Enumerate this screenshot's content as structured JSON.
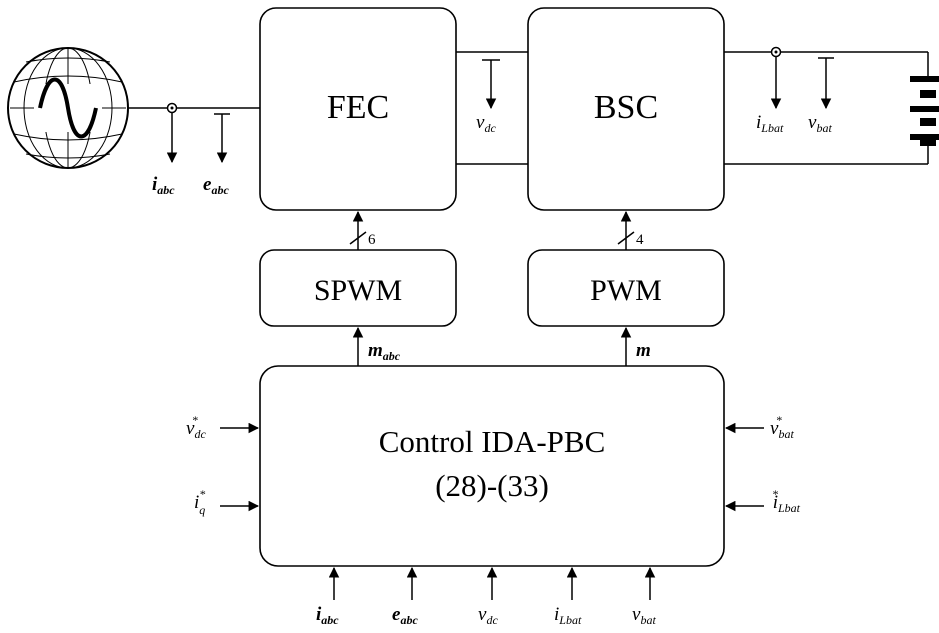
{
  "blocks": {
    "fec": "FEC",
    "bsc": "BSC",
    "spwm": "SPWM",
    "pwm": "PWM",
    "control_line1": "Control IDA-PBC",
    "control_line2": "(28)-(33)"
  },
  "bus_widths": {
    "spwm_to_fec": "6",
    "pwm_to_bsc": "4"
  },
  "signals": {
    "i": "i",
    "abc": "abc",
    "e": "e",
    "v": "v",
    "dc": "dc",
    "Lbat": "Lbat",
    "bat": "bat",
    "m": "m",
    "q": "q",
    "star": "*"
  }
}
